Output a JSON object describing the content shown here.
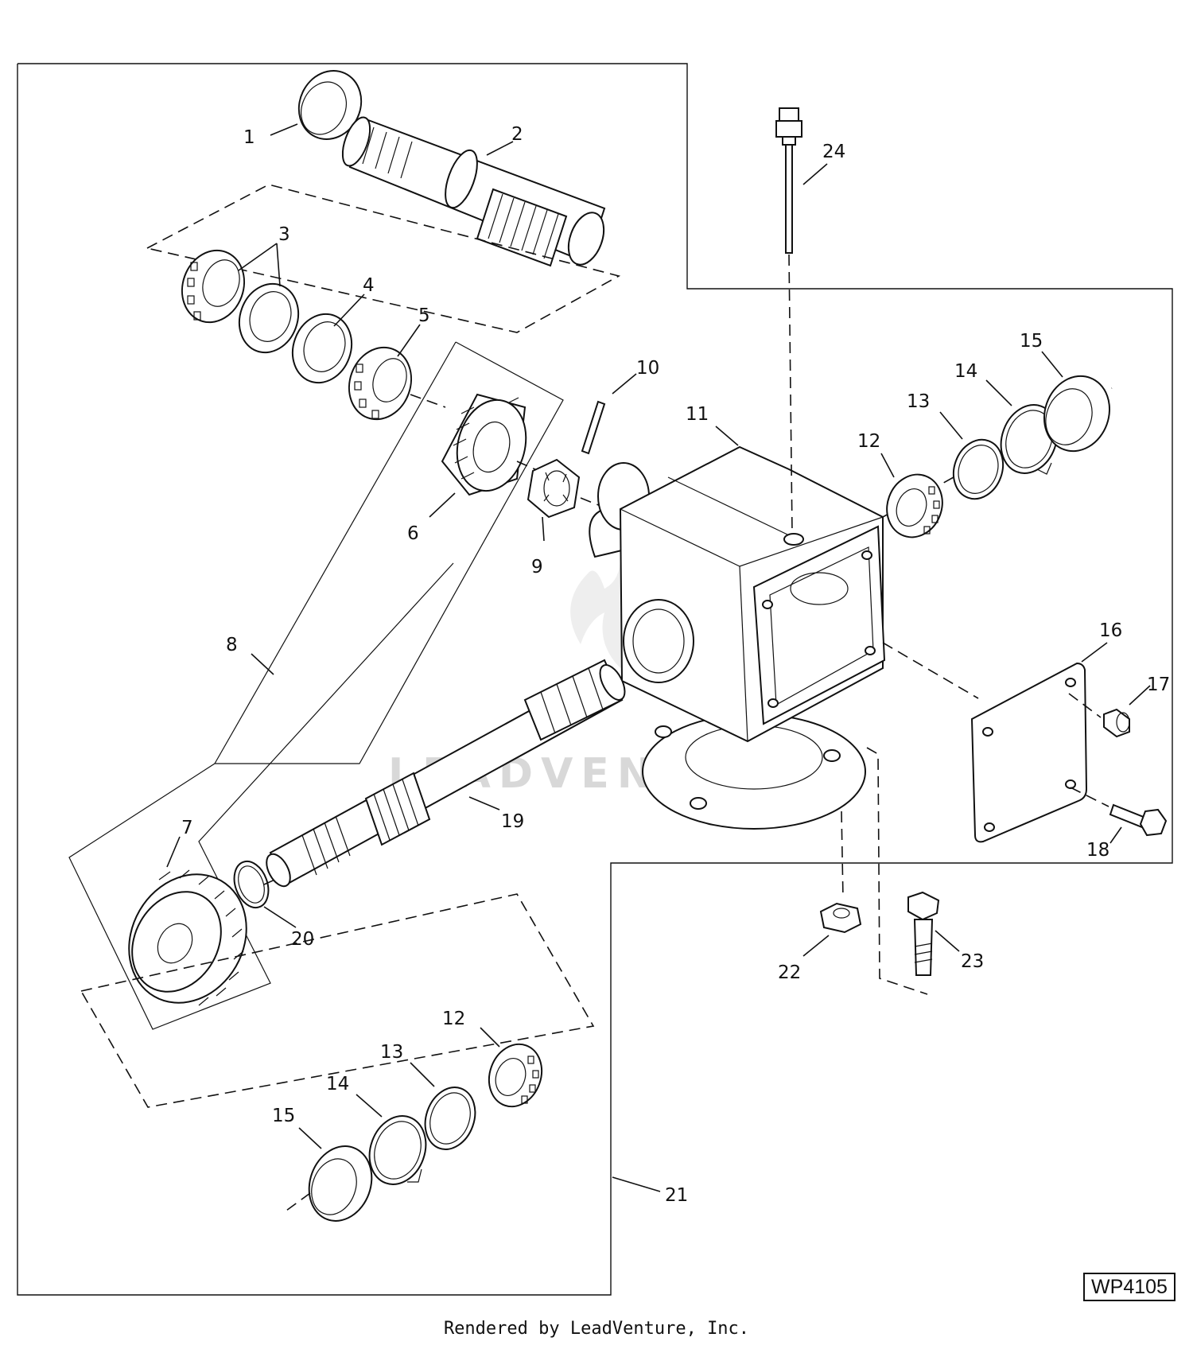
{
  "watermark": "LEADVENTURE",
  "figure_id": "WP4105",
  "footer": "Rendered by LeadVenture, Inc.",
  "callouts": {
    "c1": "1",
    "c2": "2",
    "c3": "3",
    "c4": "4",
    "c5": "5",
    "c6": "6",
    "c7": "7",
    "c8": "8",
    "c9": "9",
    "c10": "10",
    "c11": "11",
    "c12a": "12",
    "c13a": "13",
    "c14a": "14",
    "c15a": "15",
    "c16": "16",
    "c17": "17",
    "c18": "18",
    "c19": "19",
    "c20": "20",
    "c21": "21",
    "c22": "22",
    "c23": "23",
    "c24": "24",
    "c12b": "12",
    "c13b": "13",
    "c14b": "14",
    "c15b": "15"
  }
}
